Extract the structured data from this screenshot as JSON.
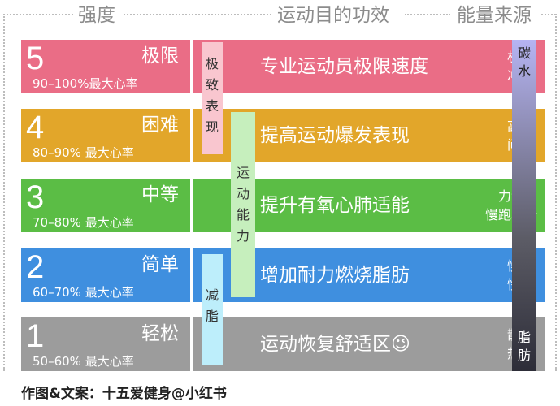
{
  "headers": {
    "intensity": "强度",
    "effect": "运动目的功效",
    "energy": "能量来源"
  },
  "zones": [
    {
      "num": "5",
      "name": "极限",
      "rate": "90–100%最大心率",
      "effect": "专业运动员极限速度",
      "side": [
        "极限",
        "冲刺"
      ],
      "color": "#ea6d86"
    },
    {
      "num": "4",
      "name": "困难",
      "rate": "80–90% 最大心率",
      "effect": "提高运动爆发表现",
      "side": [
        "高强",
        "间歇"
      ],
      "color": "#e2a62a"
    },
    {
      "num": "3",
      "name": "中等",
      "rate": "70–80% 最大心率",
      "effect": "提升有氧心肺适能",
      "side": [
        "力量",
        "慢跑骑行"
      ],
      "color": "#5bbd45"
    },
    {
      "num": "2",
      "name": "简单",
      "rate": "60–70% 最大心率",
      "effect": "增加耐力燃烧脂肪",
      "side": [
        "慢跑",
        "快走"
      ],
      "color": "#3f8fdf"
    },
    {
      "num": "1",
      "name": "轻松",
      "rate": "50–60% 最大心率",
      "effect": "运动恢复舒适区😉",
      "side": [
        "散步",
        "热身"
      ],
      "color": "#9c9c9c"
    }
  ],
  "tags": {
    "extreme": "极致表现",
    "athletic": "运动能力",
    "fatloss": "减脂"
  },
  "energy": {
    "top": [
      "碳",
      "水"
    ],
    "bottom": [
      "脂",
      "肪"
    ]
  },
  "credit": "作图&文案：十五爱健身@小红书"
}
